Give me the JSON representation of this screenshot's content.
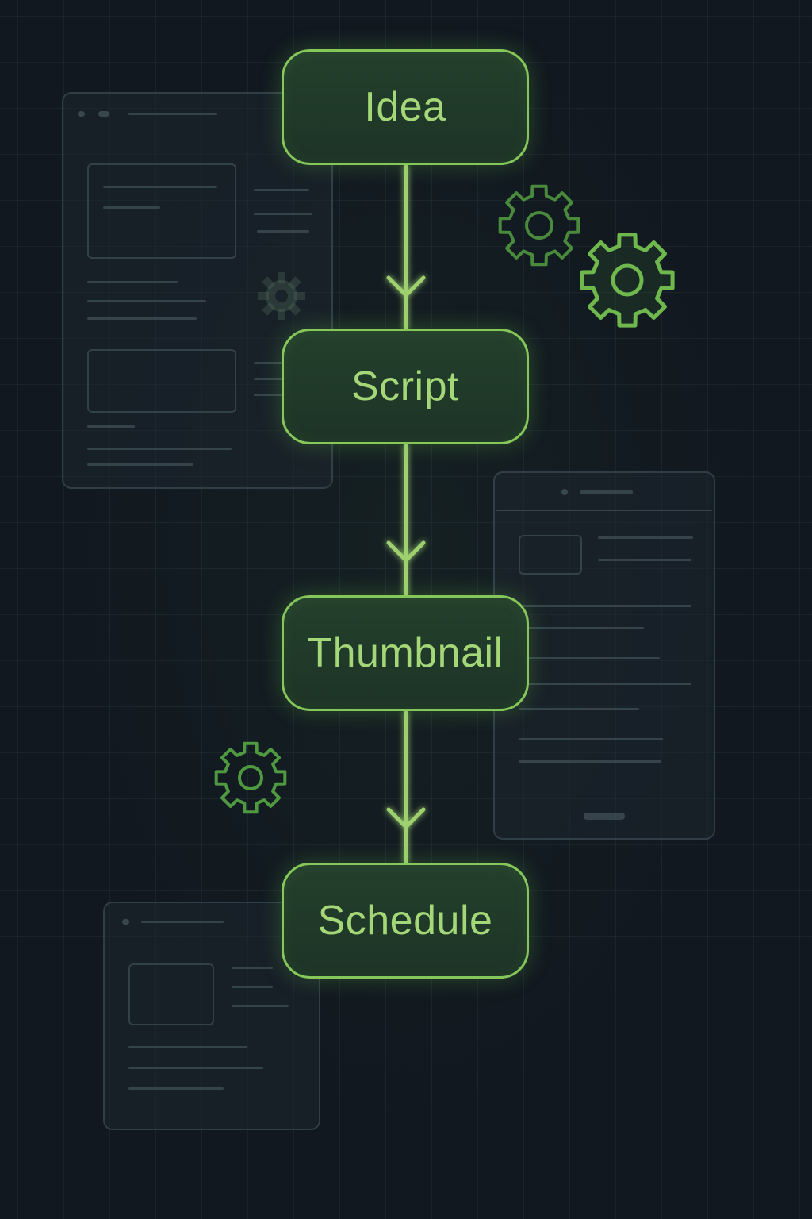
{
  "colors": {
    "accent": "#86c75a",
    "text": "#a4d777",
    "node_fill": "#1f3828",
    "background": "#111820"
  },
  "flow": {
    "steps": [
      {
        "label": "Idea"
      },
      {
        "label": "Script"
      },
      {
        "label": "Thumbnail"
      },
      {
        "label": "Schedule"
      }
    ]
  },
  "decorations": {
    "icons": [
      "gear-icon",
      "gear-icon",
      "gear-icon",
      "gear-icon"
    ]
  }
}
